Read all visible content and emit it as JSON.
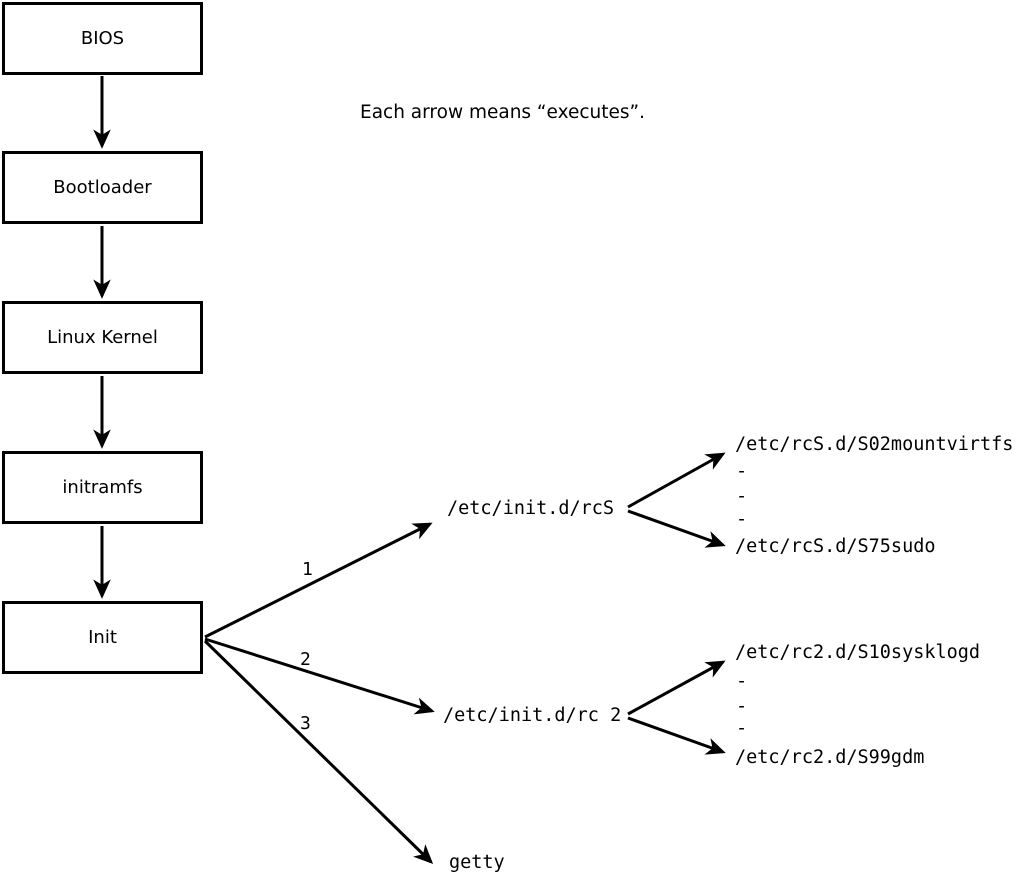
{
  "note": "Each arrow means “executes”.",
  "colors": {
    "foreground": "#000000",
    "background": "#ffffff"
  },
  "boot_chain": [
    {
      "label": "BIOS"
    },
    {
      "label": "Bootloader"
    },
    {
      "label": "Linux Kernel"
    },
    {
      "label": "initramfs"
    },
    {
      "label": "Init"
    }
  ],
  "init_targets": [
    {
      "order": "1",
      "label": "/etc/init.d/rcS"
    },
    {
      "order": "2",
      "label": "/etc/init.d/rc 2"
    },
    {
      "order": "3",
      "label": "getty"
    }
  ],
  "rcS_scripts": {
    "first": "/etc/rcS.d/S02mountvirtfs",
    "ellipsis": [
      "-",
      "-",
      "-"
    ],
    "last": "/etc/rcS.d/S75sudo"
  },
  "rc2_scripts": {
    "first": "/etc/rc2.d/S10sysklogd",
    "ellipsis": [
      "-",
      "-",
      "-"
    ],
    "last": "/etc/rc2.d/S99gdm"
  }
}
